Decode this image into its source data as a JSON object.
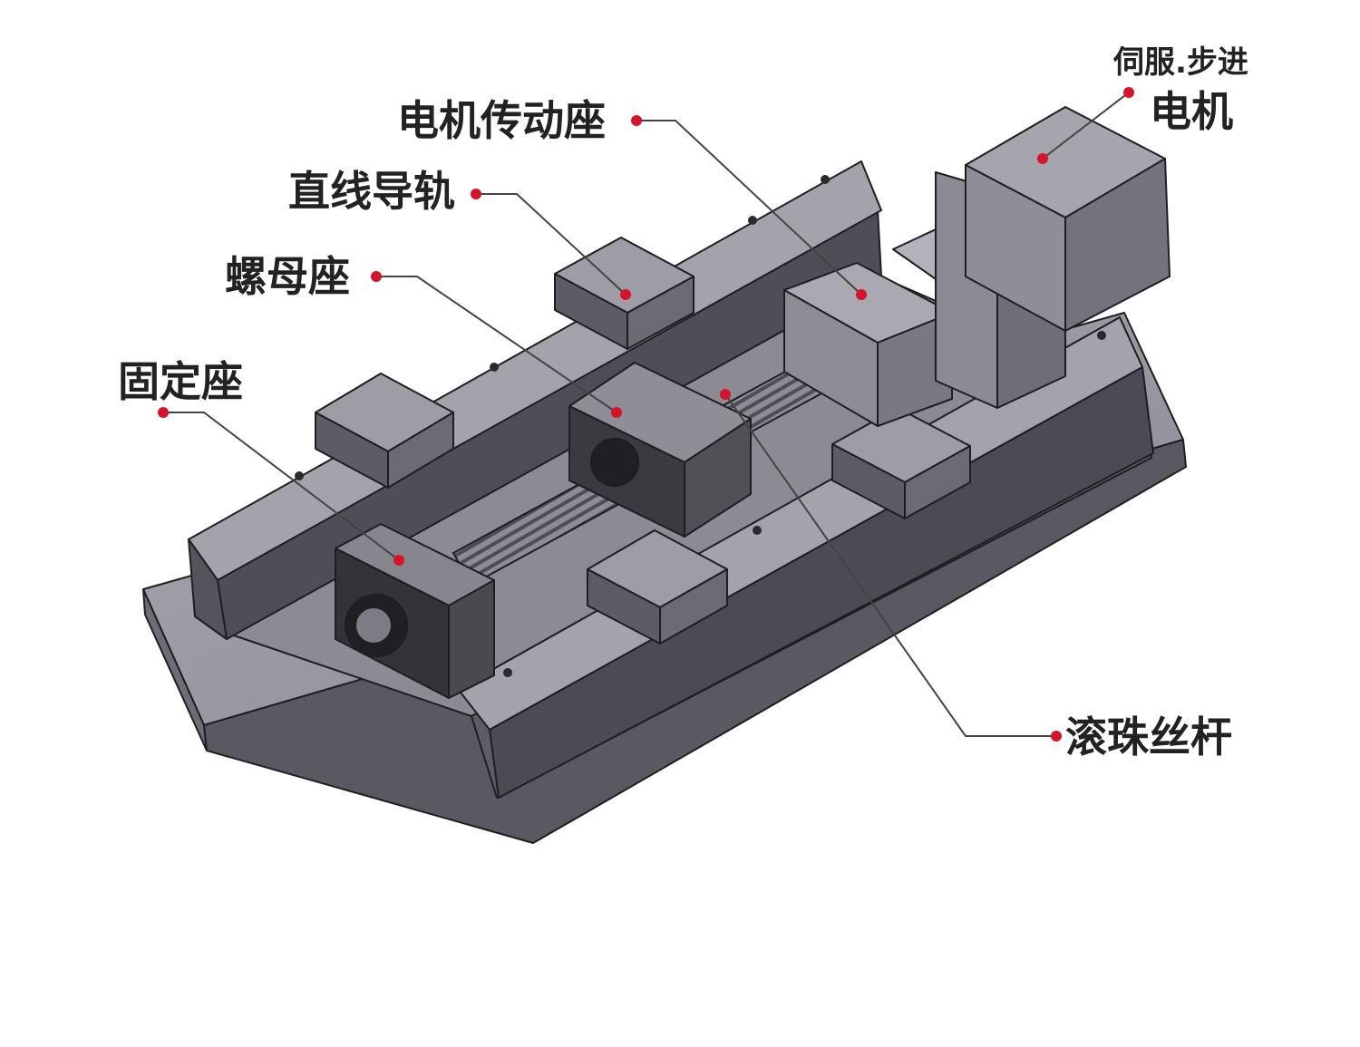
{
  "colors": {
    "background": "#ffffff",
    "metal_light": "#9b9aa3",
    "metal_mid": "#6f6e77",
    "metal_dark": "#3f3e45",
    "edge": "#1e1e22",
    "callout_dot": "#d4142a",
    "callout_line": "#444444",
    "label_text": "#222222"
  },
  "labels": {
    "motor_top": "伺服.步进",
    "motor": "电机",
    "motor_mount": "电机传动座",
    "linear_guide": "直线导轨",
    "nut_seat": "螺母座",
    "fixed_seat": "固定座",
    "ball_screw": "滚珠丝杆"
  }
}
